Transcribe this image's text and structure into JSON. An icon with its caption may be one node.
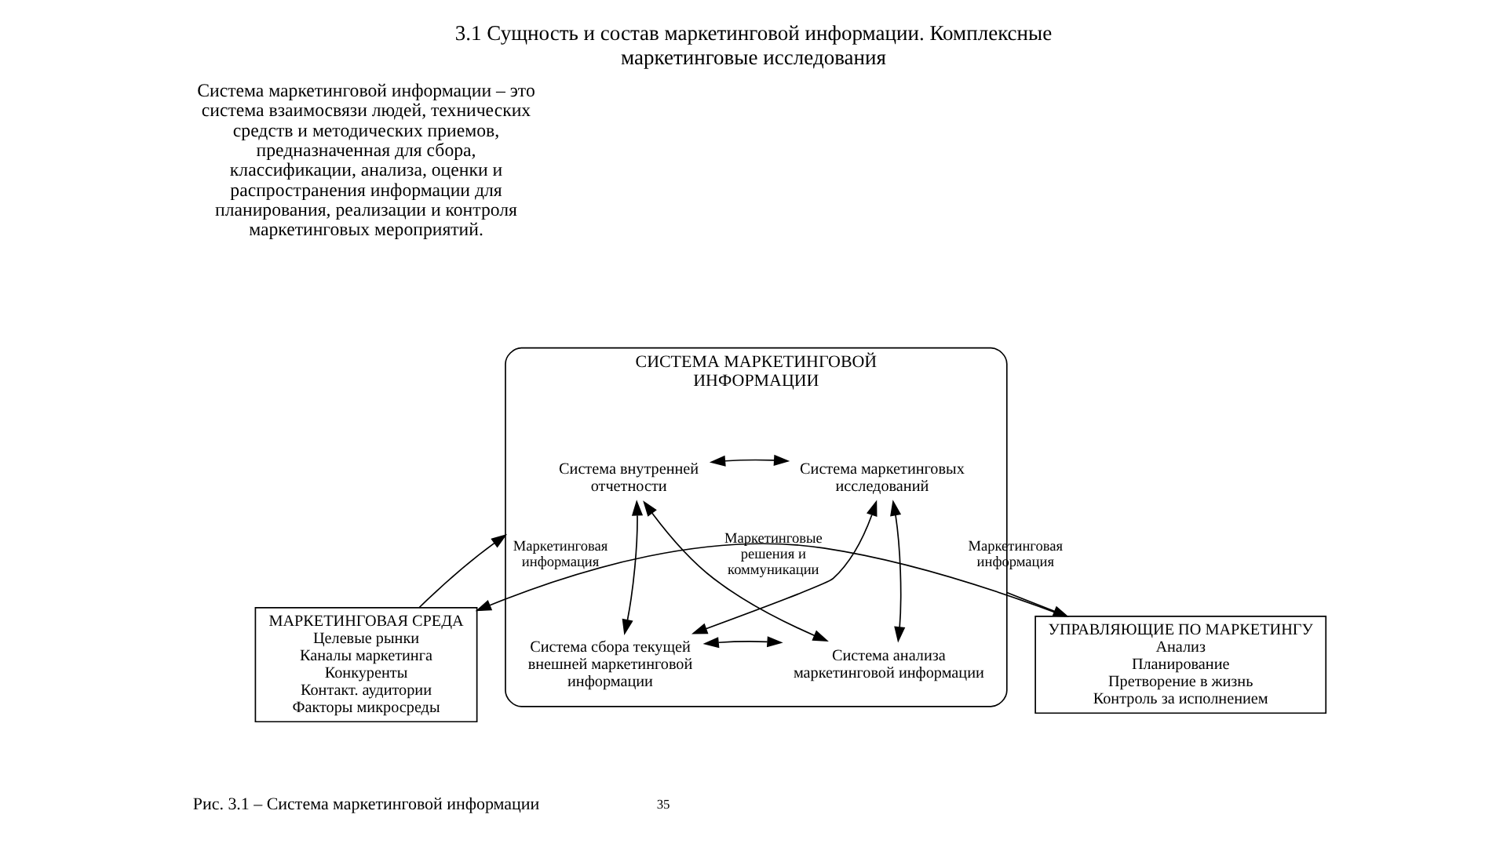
{
  "diagram": {
    "title": "3.1 Сущность и состав маркетинговой информации. Комплексные маркетинговые исследования",
    "caption": "Рис. 3.1 – Система маркетинговой информации",
    "nodes": [
      {
        "text": [
          "СИСТЕМА МАРКЕТИНГОВОЙ ИНФОРМАЦИИ"
        ]
      },
      {
        "text": [
          "Система внутренней отчетности"
        ],
        "in": 0
      },
      {
        "text": [
          "Система маркетинговых исследований"
        ],
        "in": 0
      },
      {
        "text": [
          "Система сбора текущей внешней маркетинговой информации"
        ],
        "in": 0
      },
      {
        "text": [
          "Система анализа маркетинговой информации"
        ],
        "in": 0
      },
      {
        "text": [
          "МАРКЕТИНГОВАЯ СРЕДА",
          "Целевые рынки",
          "Каналы маркетинга",
          "Конкуренты",
          "Контакт. аудитории",
          "Факторы микросреды"
        ]
      },
      {
        "text": [
          "УПРАВЛЯЮЩИЕ ПО МАРКЕТИНГУ",
          "Анализ",
          "Планирование",
          "Претворение в жизнь",
          "Контроль за исполнением"
        ]
      }
    ],
    "edges": [
      {
        "from": 1,
        "to": 2,
        "arrow": "both"
      },
      {
        "from": 1,
        "to": 3,
        "arrow": "both"
      },
      {
        "from": 1,
        "to": 4,
        "arrow": "both"
      },
      {
        "from": 2,
        "to": 3,
        "arrow": "both"
      },
      {
        "from": 2,
        "to": 4,
        "arrow": "both"
      },
      {
        "from": 3,
        "to": 4,
        "arrow": "both"
      },
      {
        "from": 5,
        "to": 0,
        "arrow": "to",
        "label": "Маркетинговая информация"
      },
      {
        "from": 0,
        "to": 6,
        "arrow": "to",
        "label": "Маркетинговая информация"
      },
      {
        "from": 6,
        "to": 5,
        "arrow": "to",
        "label": "Маркетинговые решения и коммуникации"
      }
    ],
    "labels": [
      "Система маркетинговой информации – это система взаимосвязи людей, технических средств и методических приемов, предназначенная для сбора, классификации, анализа, оценки и распространения информации для планирования, реализации и контроля маркетинговых мероприятий.",
      "35"
    ]
  }
}
